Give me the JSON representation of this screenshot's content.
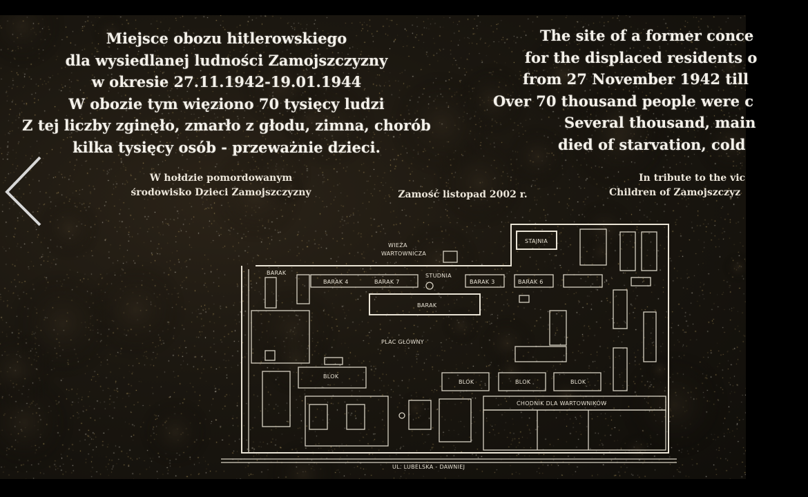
{
  "plaque": {
    "polish_lines": [
      "Miejsce obozu hitlerowskiego",
      "dla wysiedlanej ludności Zamojszczyzny",
      "w okresie 27.11.1942-19.01.1944",
      "W obozie tym więziono 70 tysięcy ludzi",
      "Z tej liczby zginęło, zmarło z głodu, zimna, chorób",
      "kilka tysięcy osób - przeważnie dzieci."
    ],
    "english_lines": [
      "The site of a former conce",
      "for the displaced residents o",
      "from 27 November 1942 till",
      "Over 70 thousand people were c",
      "Several thousand, main",
      "died of starvation, cold"
    ],
    "tribute_polish": [
      "W hołdzie pomordowanym",
      "środowisko Dzieci Zamojszczyzny"
    ],
    "tribute_english": [
      "In tribute to the vic",
      "Children of Zamojszczyz"
    ],
    "place_date": "Zamość listopad 2002 r."
  },
  "map": {
    "labels": {
      "stajnia": "STAJNIA",
      "wieza": "WIEŻA",
      "wartownicza": "WARTOWNICZA",
      "barak": "BARAK",
      "barak_4": "BARAK 4",
      "barak_7": "BARAK 7",
      "barak_3": "BARAK 3",
      "barak_6": "BARAK 6",
      "studnia": "STUDNIA",
      "plac_glowny": "PLAC GŁÓWNY",
      "blok": "BLOK",
      "chodnik": "CHODNIK DLA WARTOWNIKÓW",
      "ulica": "UL. LUBELSKA - DAWNIEJ"
    }
  },
  "viewer": {
    "prev_icon": "chevron-left-icon",
    "accent_color": "#f4f1ea"
  }
}
